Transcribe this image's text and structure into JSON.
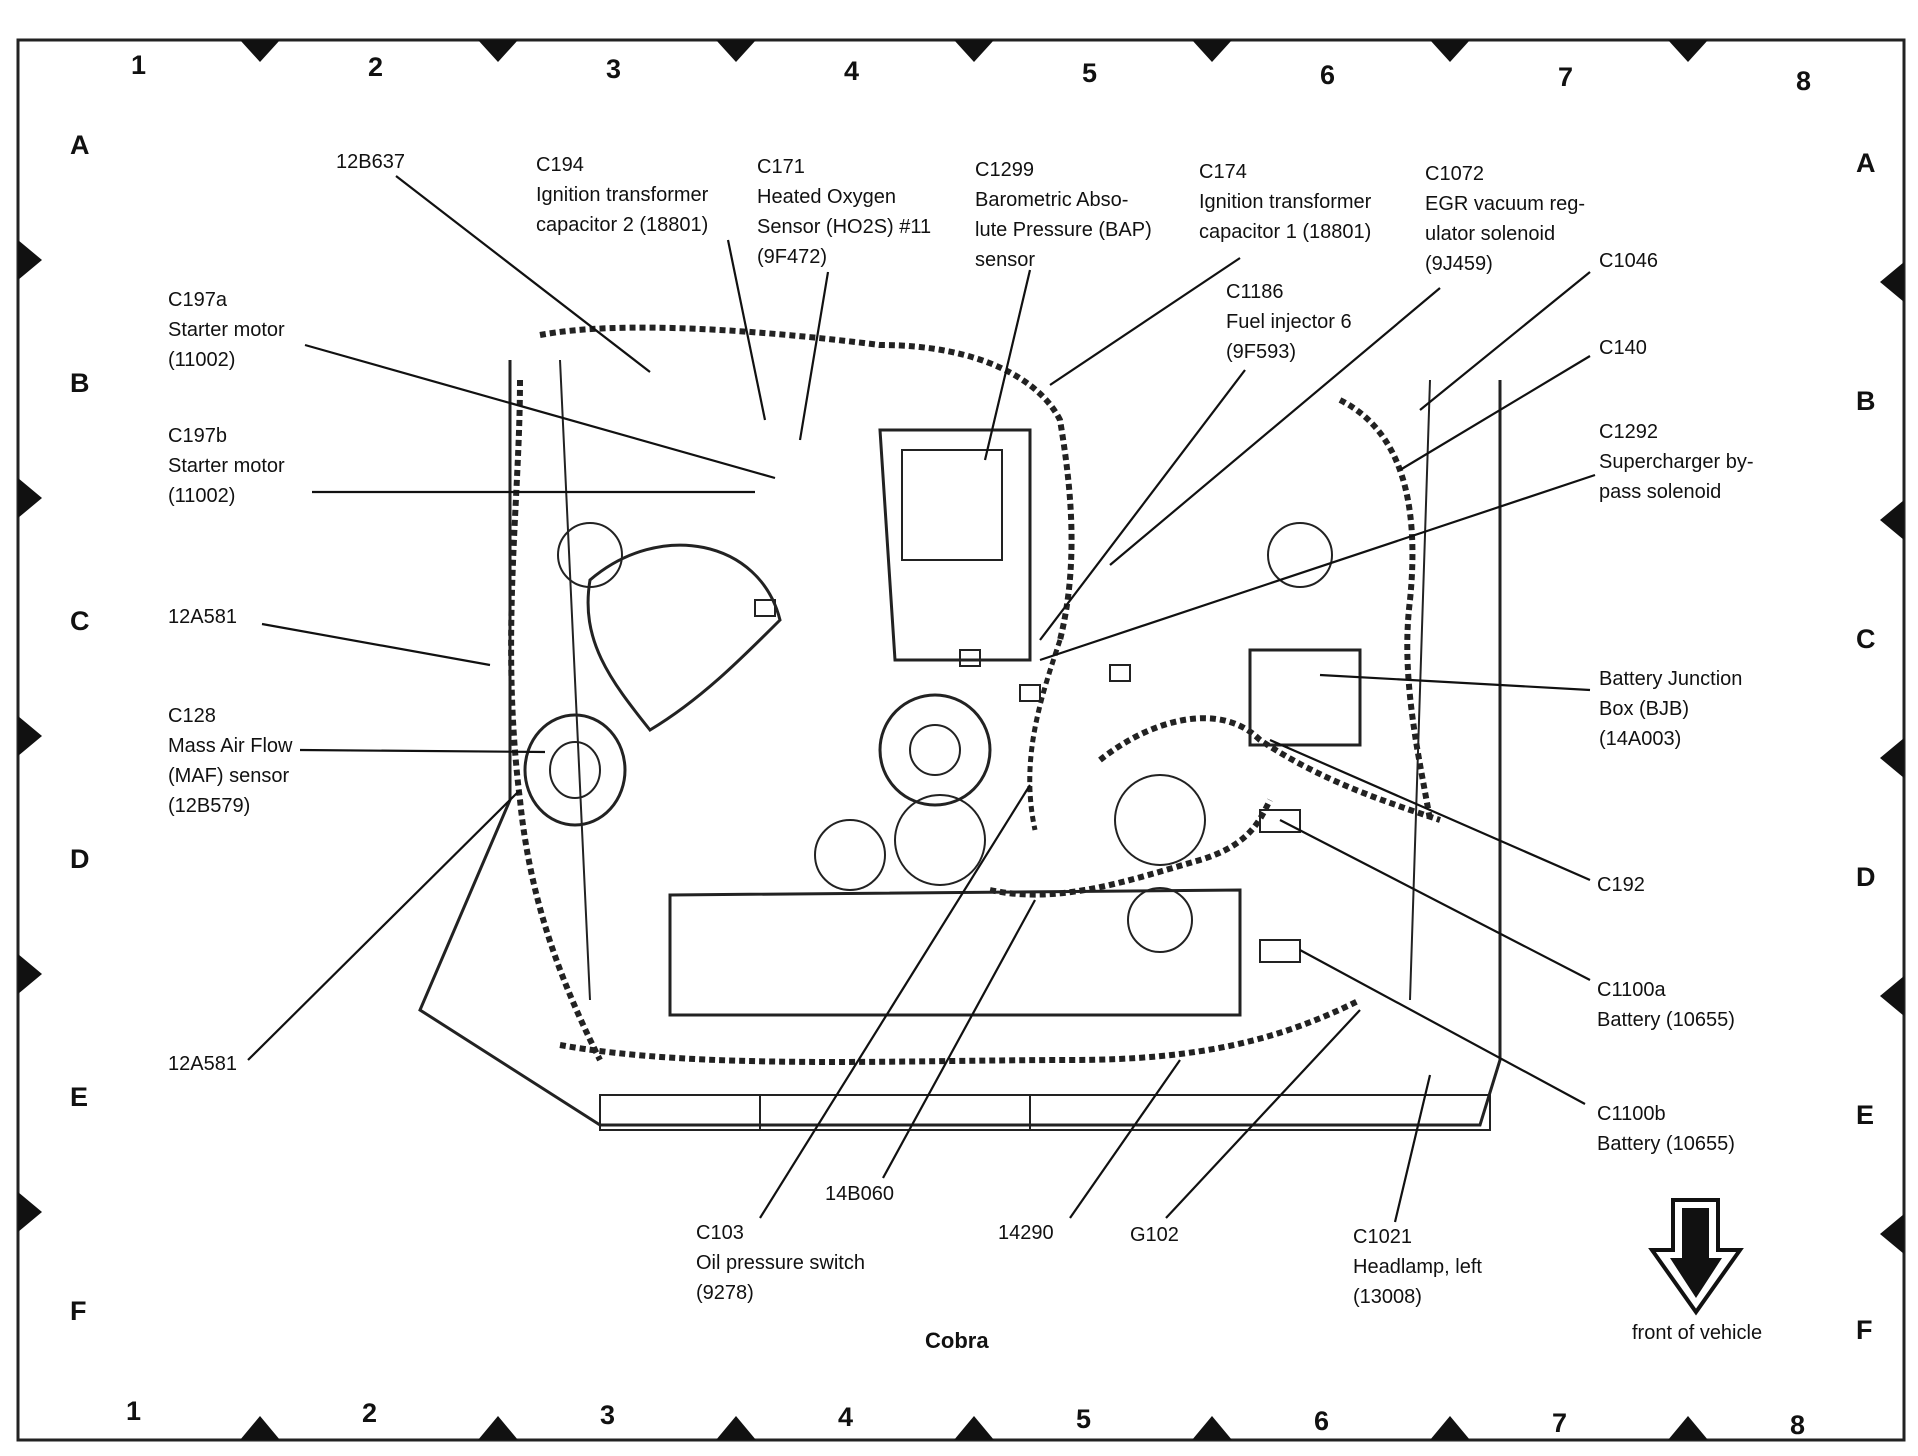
{
  "grid": {
    "columns": [
      "1",
      "2",
      "3",
      "4",
      "5",
      "6",
      "7",
      "8"
    ],
    "rows": [
      "A",
      "B",
      "C",
      "D",
      "E",
      "F"
    ]
  },
  "labels": {
    "l_12B637": "12B637",
    "l_C194": "C194\nIgnition transformer\ncapacitor 2 (18801)",
    "l_C171": "C171\nHeated Oxygen\nSensor (HO2S) #11\n(9F472)",
    "l_C1299": "C1299\nBarometric Abso-\nlute Pressure (BAP)\nsensor",
    "l_C174": "C174\nIgnition transformer\ncapacitor 1 (18801)",
    "l_C1072": "C1072\nEGR vacuum reg-\nulator solenoid\n(9J459)",
    "l_C1186": "C1186\nFuel injector 6\n(9F593)",
    "l_C1046": "C1046",
    "l_C140": "C140",
    "l_C197a": "C197a\nStarter motor\n(11002)",
    "l_C197b": "C197b\nStarter motor\n(11002)",
    "l_C1292": "C1292\nSupercharger by-\npass solenoid",
    "l_12A581a": "12A581",
    "l_C128": "C128\nMass Air Flow\n(MAF) sensor\n(12B579)",
    "l_BJB": "Battery Junction\nBox (BJB)\n(14A003)",
    "l_C192": "C192",
    "l_C1100a": "C1100a\nBattery (10655)",
    "l_C1100b": "C1100b\nBattery (10655)",
    "l_12A581b": "12A581",
    "l_14B060": "14B060",
    "l_C103": "C103\nOil pressure switch\n(9278)",
    "l_14290": "14290",
    "l_G102": "G102",
    "l_C1021": "C1021\nHeadlamp, left\n(13008)"
  },
  "title": "Cobra",
  "front_label": "front of vehicle",
  "icons": {
    "arrow": "down-arrow-icon"
  }
}
